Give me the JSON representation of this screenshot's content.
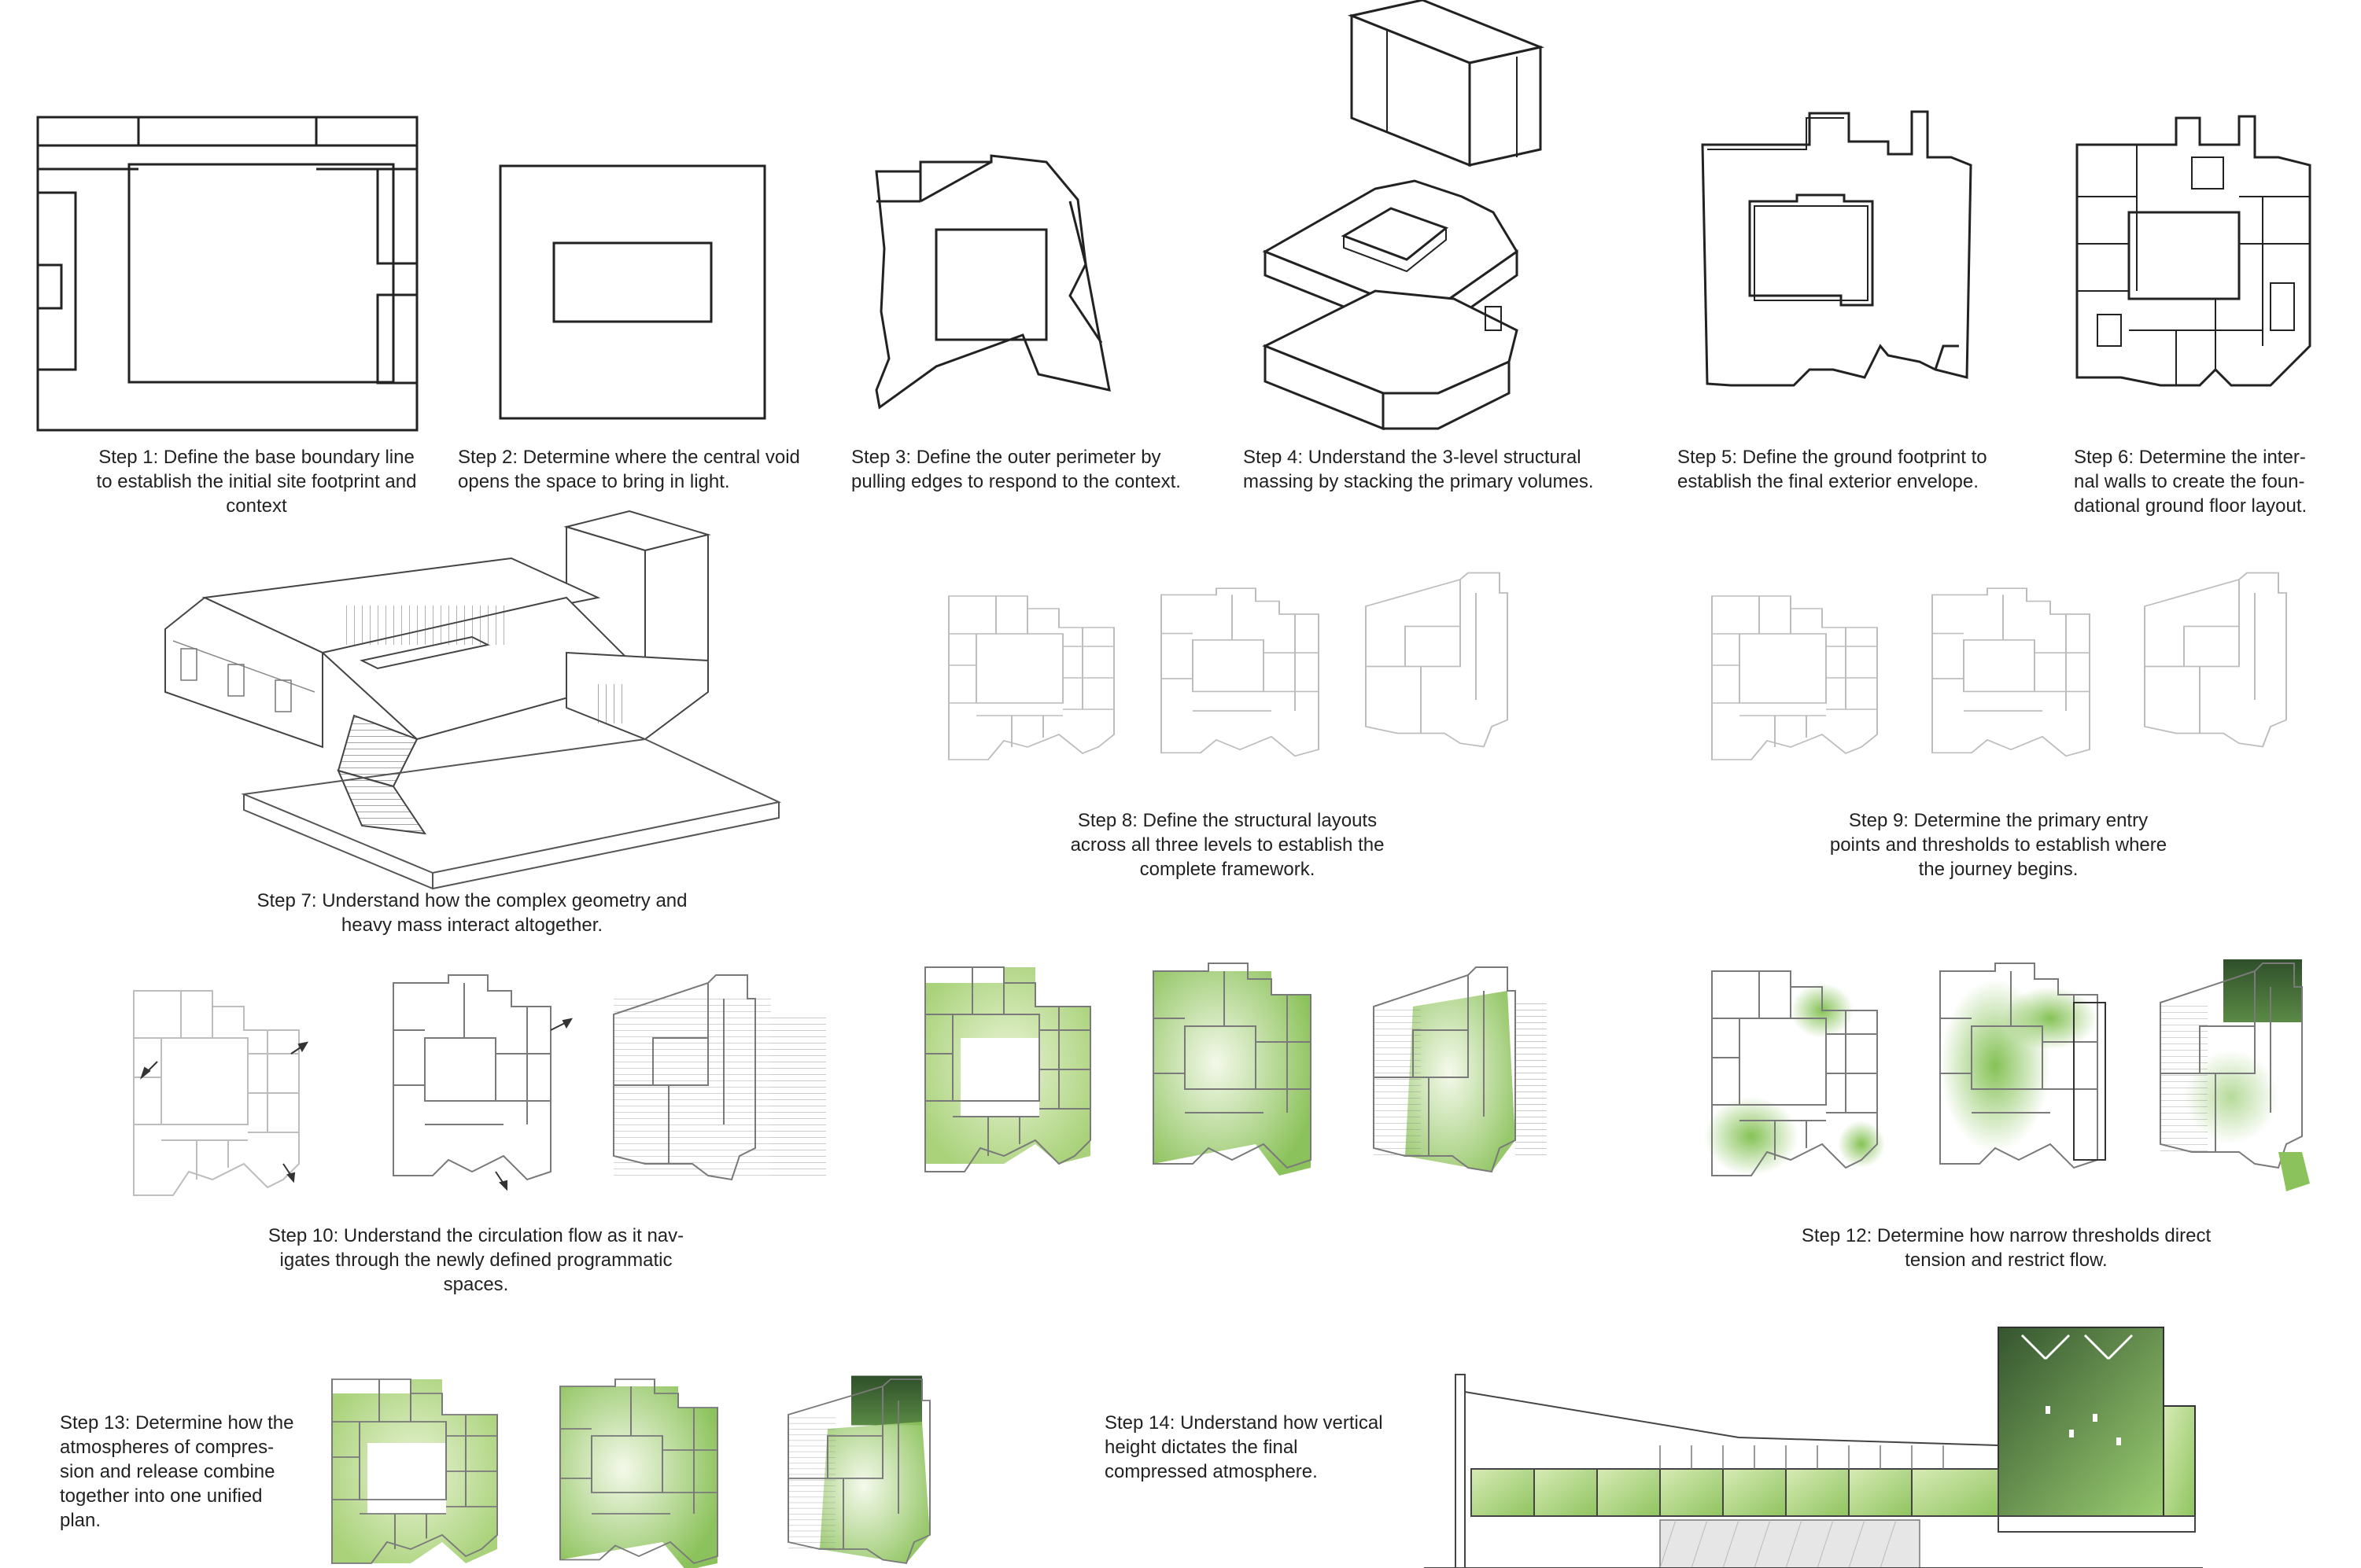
{
  "steps": {
    "s1": "Step 1: Define the base boundary line\nto establish the initial site footprint and\ncontext",
    "s2": "Step 2: Determine where the central void\nopens the space to bring in light.",
    "s3": "Step 3: Define the outer perimeter by\npulling edges to respond to the context.",
    "s4": "Step 4: Understand the 3-level structural\nmassing by stacking the primary volumes.",
    "s5": "Step 5: Define the ground footprint to\nestablish the final exterior envelope.",
    "s6": "Step 6: Determine the inter-\nnal walls to create the foun-\ndational ground floor layout.",
    "s7": "Step 7: Understand how the complex geometry and\nheavy mass interact altogether.",
    "s8": "Step 8: Define the structural layouts\nacross all three levels to establish the\ncomplete framework.",
    "s9": "Step 9: Determine the primary entry\npoints and thresholds to establish where\nthe journey begins.",
    "s10": "Step 10: Understand the circulation flow as it nav-\nigates through the newly defined programmatic\nspaces.",
    "s12": "Step 12: Determine how narrow thresholds direct\ntension and restrict flow.",
    "s13": "Step 13: Determine how the\natmospheres of compres-\nsion and release combine\ntogether into one unified\nplan.",
    "s14": "Step 14: Understand how vertical\nheight dictates the final\ncompressed atmosphere."
  },
  "colors": {
    "ink": "#222222",
    "light_green": "#c9e3a0",
    "mid_green": "#98c96b",
    "dark_green": "#3f6b35",
    "grey_line": "#bdbdbd"
  }
}
